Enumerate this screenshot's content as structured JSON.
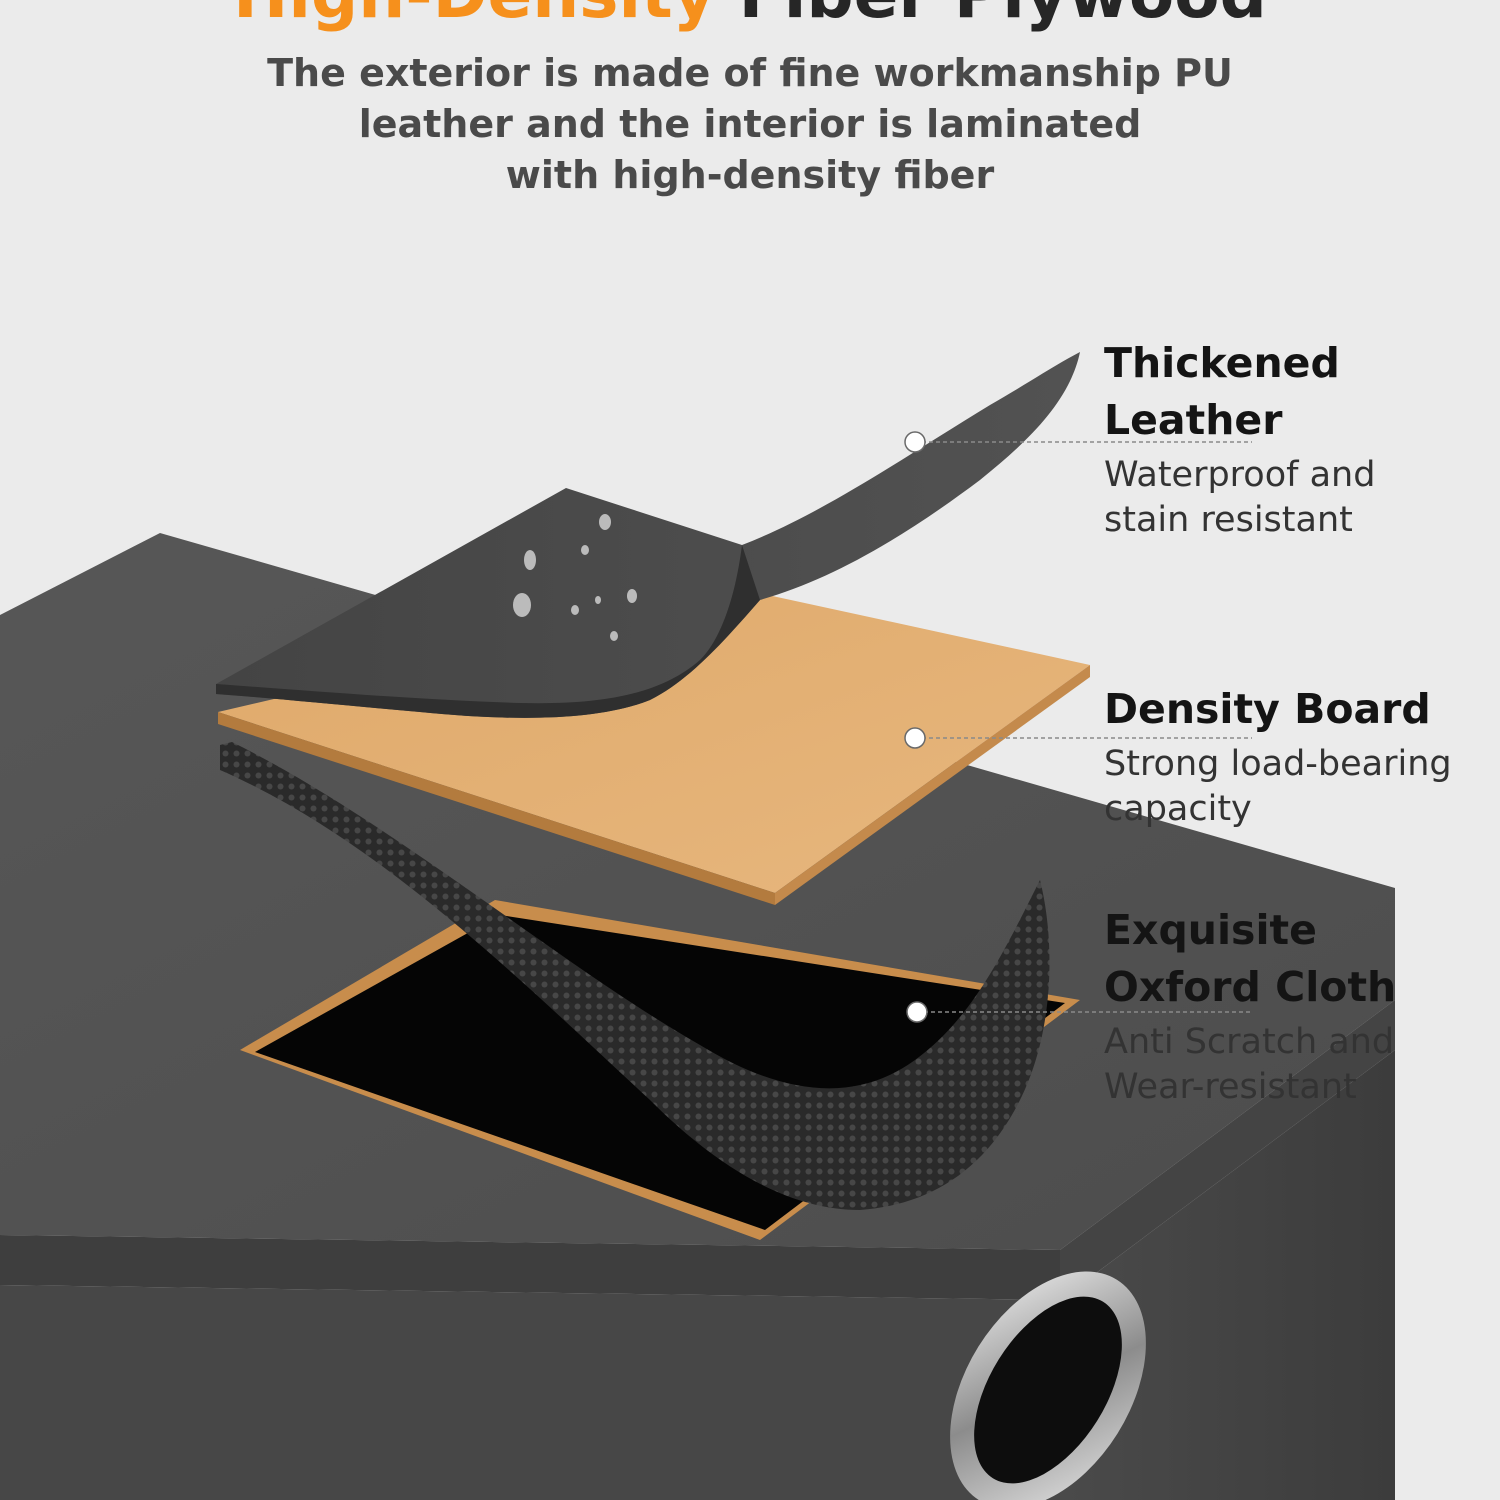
{
  "colors": {
    "accent": "#f6901c",
    "background": "#ebebeb",
    "leather": "#4a4a4a",
    "board": "#e0ab6c",
    "cloth": "#2b2b2b"
  },
  "header": {
    "title_accent": "High-Density",
    "title_rest": "Fiber Plywood",
    "subtitle_lines": [
      "The exterior is made of fine workmanship PU",
      "leather and the interior is laminated",
      "with high-density fiber"
    ]
  },
  "callouts": [
    {
      "title_lines": [
        "Thickened",
        "Leather"
      ],
      "desc_lines": [
        "Waterproof and",
        "stain resistant"
      ]
    },
    {
      "title_lines": [
        "Density Board"
      ],
      "desc_lines": [
        "Strong load-bearing",
        "capacity"
      ]
    },
    {
      "title_lines": [
        "Exquisite",
        "Oxford Cloth"
      ],
      "desc_lines": [
        "Anti Scratch and",
        "Wear-resistant"
      ]
    }
  ]
}
